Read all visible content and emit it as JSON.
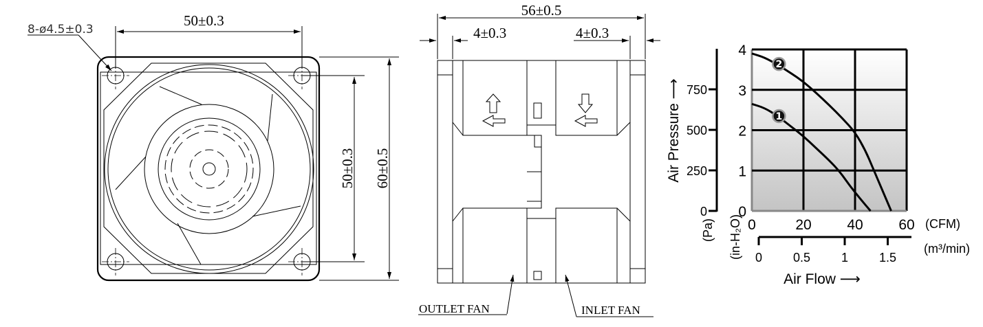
{
  "front_view": {
    "hole_spec": "8-ø4.5±0.3",
    "hole_pitch_h": "50±0.3",
    "hole_pitch_v": "50±0.3",
    "frame_height": "60±0.5"
  },
  "side_view": {
    "overall_length": "56±0.5",
    "left_flange": "4±0.3",
    "right_flange": "4±0.3",
    "outlet_label": "OUTLET FAN",
    "inlet_label": "INLET FAN"
  },
  "chart_data": {
    "type": "line",
    "title": "",
    "xlabel": "Air Flow ⟶",
    "ylabel": "Air Pressure ⟶",
    "x_unit": "(CFM)",
    "x2_unit": "(m³/min)",
    "y_unit": "(in-H₂O)",
    "y2_unit": "(Pa)",
    "xlim": [
      0,
      60
    ],
    "ylim": [
      0,
      4
    ],
    "x_ticks": [
      "0",
      "20",
      "40",
      "60"
    ],
    "y_ticks": [
      "0",
      "1",
      "2",
      "3",
      "4"
    ],
    "x2_ticks": [
      "0",
      "0.5",
      "1",
      "1.5"
    ],
    "y2_ticks": [
      "0",
      "250",
      "500",
      "750"
    ],
    "grid": true,
    "series": [
      {
        "name": "1",
        "x": [
          0,
          5,
          10,
          15,
          20,
          25,
          30,
          34,
          38,
          42,
          46
        ],
        "y": [
          2.65,
          2.55,
          2.35,
          2.1,
          1.85,
          1.55,
          1.25,
          0.98,
          0.62,
          0.3,
          0
        ]
      },
      {
        "name": "2",
        "x": [
          0,
          5,
          10,
          15,
          20,
          25,
          30,
          35,
          40,
          44,
          47,
          50,
          54
        ],
        "y": [
          3.9,
          3.8,
          3.62,
          3.42,
          3.2,
          2.92,
          2.62,
          2.3,
          1.95,
          1.5,
          1.05,
          0.6,
          0
        ]
      }
    ],
    "series_label_positions": [
      {
        "x": 10.5,
        "y": 2.35
      },
      {
        "x": 10.5,
        "y": 3.64
      }
    ]
  }
}
